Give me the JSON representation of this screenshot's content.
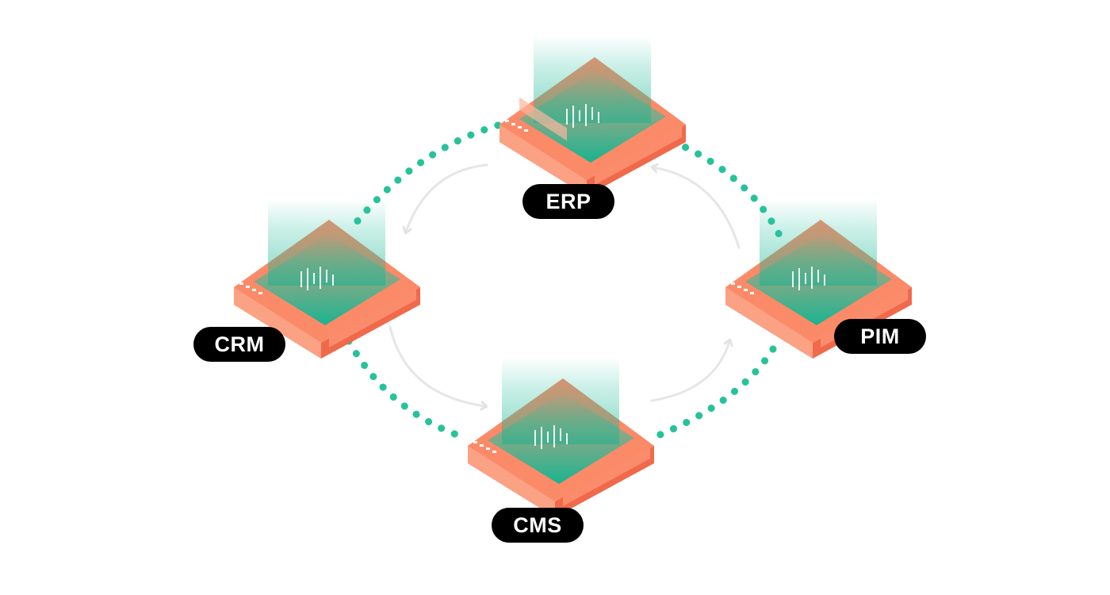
{
  "diagram": {
    "nodes": [
      {
        "id": "erp",
        "label": "ERP"
      },
      {
        "id": "crm",
        "label": "CRM"
      },
      {
        "id": "pim",
        "label": "PIM"
      },
      {
        "id": "cms",
        "label": "CMS"
      }
    ],
    "connections": [
      {
        "from": "erp",
        "to": "crm",
        "style": "dotted"
      },
      {
        "from": "erp",
        "to": "pim",
        "style": "dotted"
      },
      {
        "from": "crm",
        "to": "cms",
        "style": "dotted"
      },
      {
        "from": "pim",
        "to": "cms",
        "style": "dotted"
      }
    ],
    "flow_arrows": [
      {
        "from": "erp",
        "to": "crm"
      },
      {
        "from": "crm",
        "to": "cms"
      },
      {
        "from": "cms",
        "to": "pim"
      },
      {
        "from": "pim",
        "to": "erp"
      }
    ],
    "colors": {
      "device_top": "#fb8a68",
      "device_side_left": "#fba184",
      "device_side_right": "#f0694b",
      "screen_green": "#2bc2a0",
      "connector_dots": "#27c29b",
      "flow_arrow": "#e6e6e6",
      "label_bg": "#000000",
      "label_text": "#ffffff"
    }
  }
}
